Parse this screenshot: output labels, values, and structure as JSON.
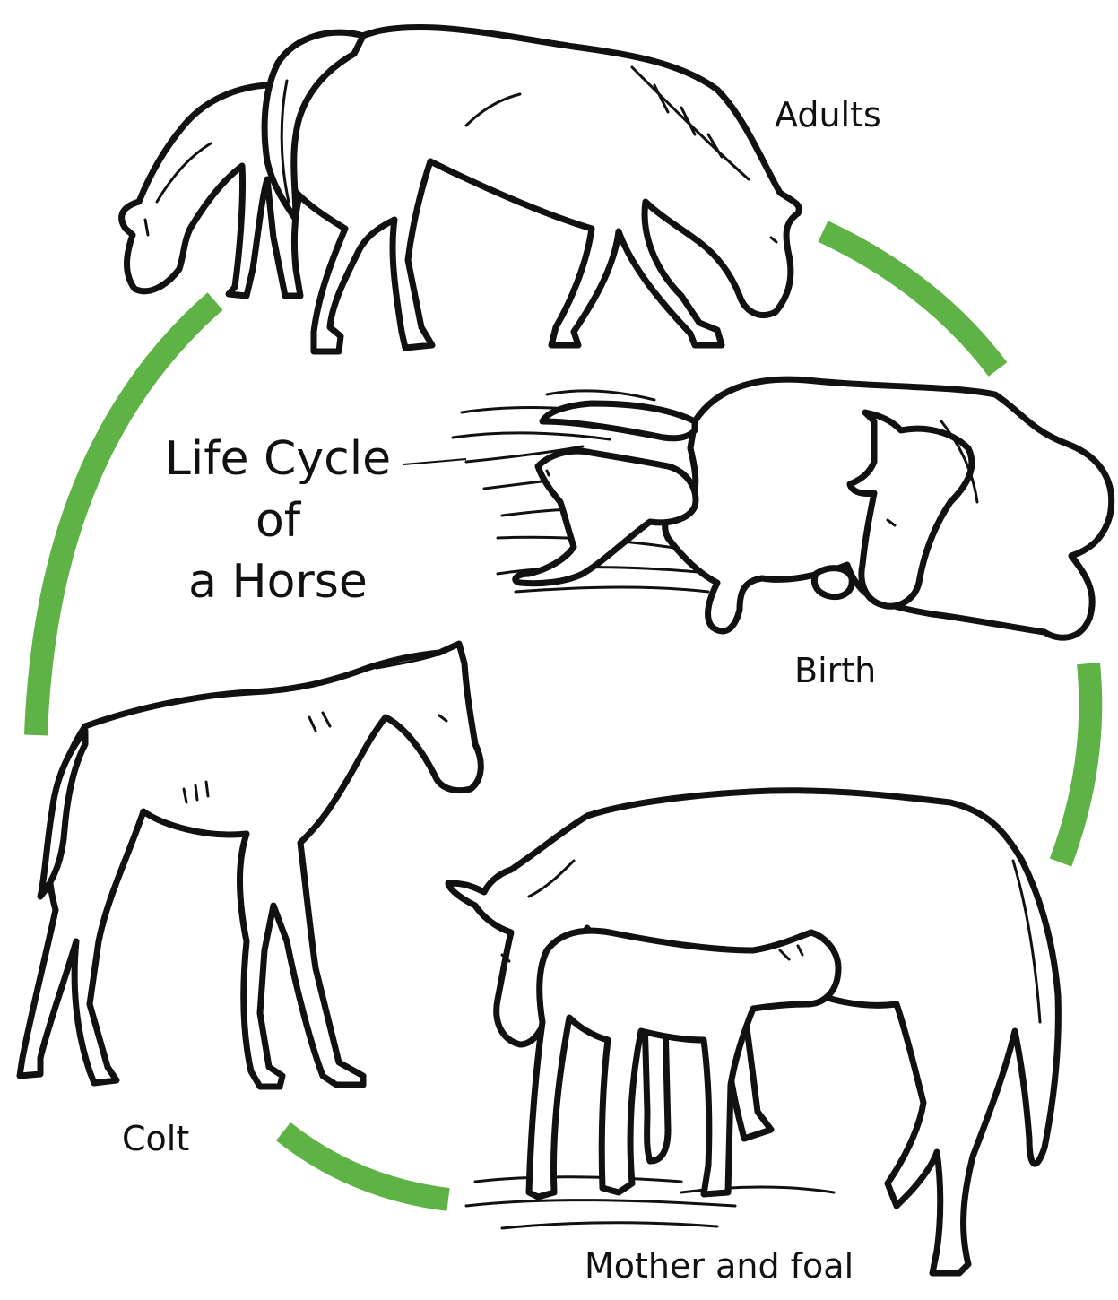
{
  "title": {
    "line1": "Life Cycle",
    "line2": "of",
    "line3": "a Horse"
  },
  "stages": [
    {
      "label": "Adults",
      "icon": "adult-horses-illustration"
    },
    {
      "label": "Birth",
      "icon": "mare-giving-birth-illustration"
    },
    {
      "label": "Mother and foal",
      "icon": "mare-nursing-foal-illustration"
    },
    {
      "label": "Colt",
      "icon": "colt-illustration"
    }
  ],
  "colors": {
    "cycle_arrow": "#5fb246",
    "line_art": "#111111",
    "background": "#ffffff"
  }
}
